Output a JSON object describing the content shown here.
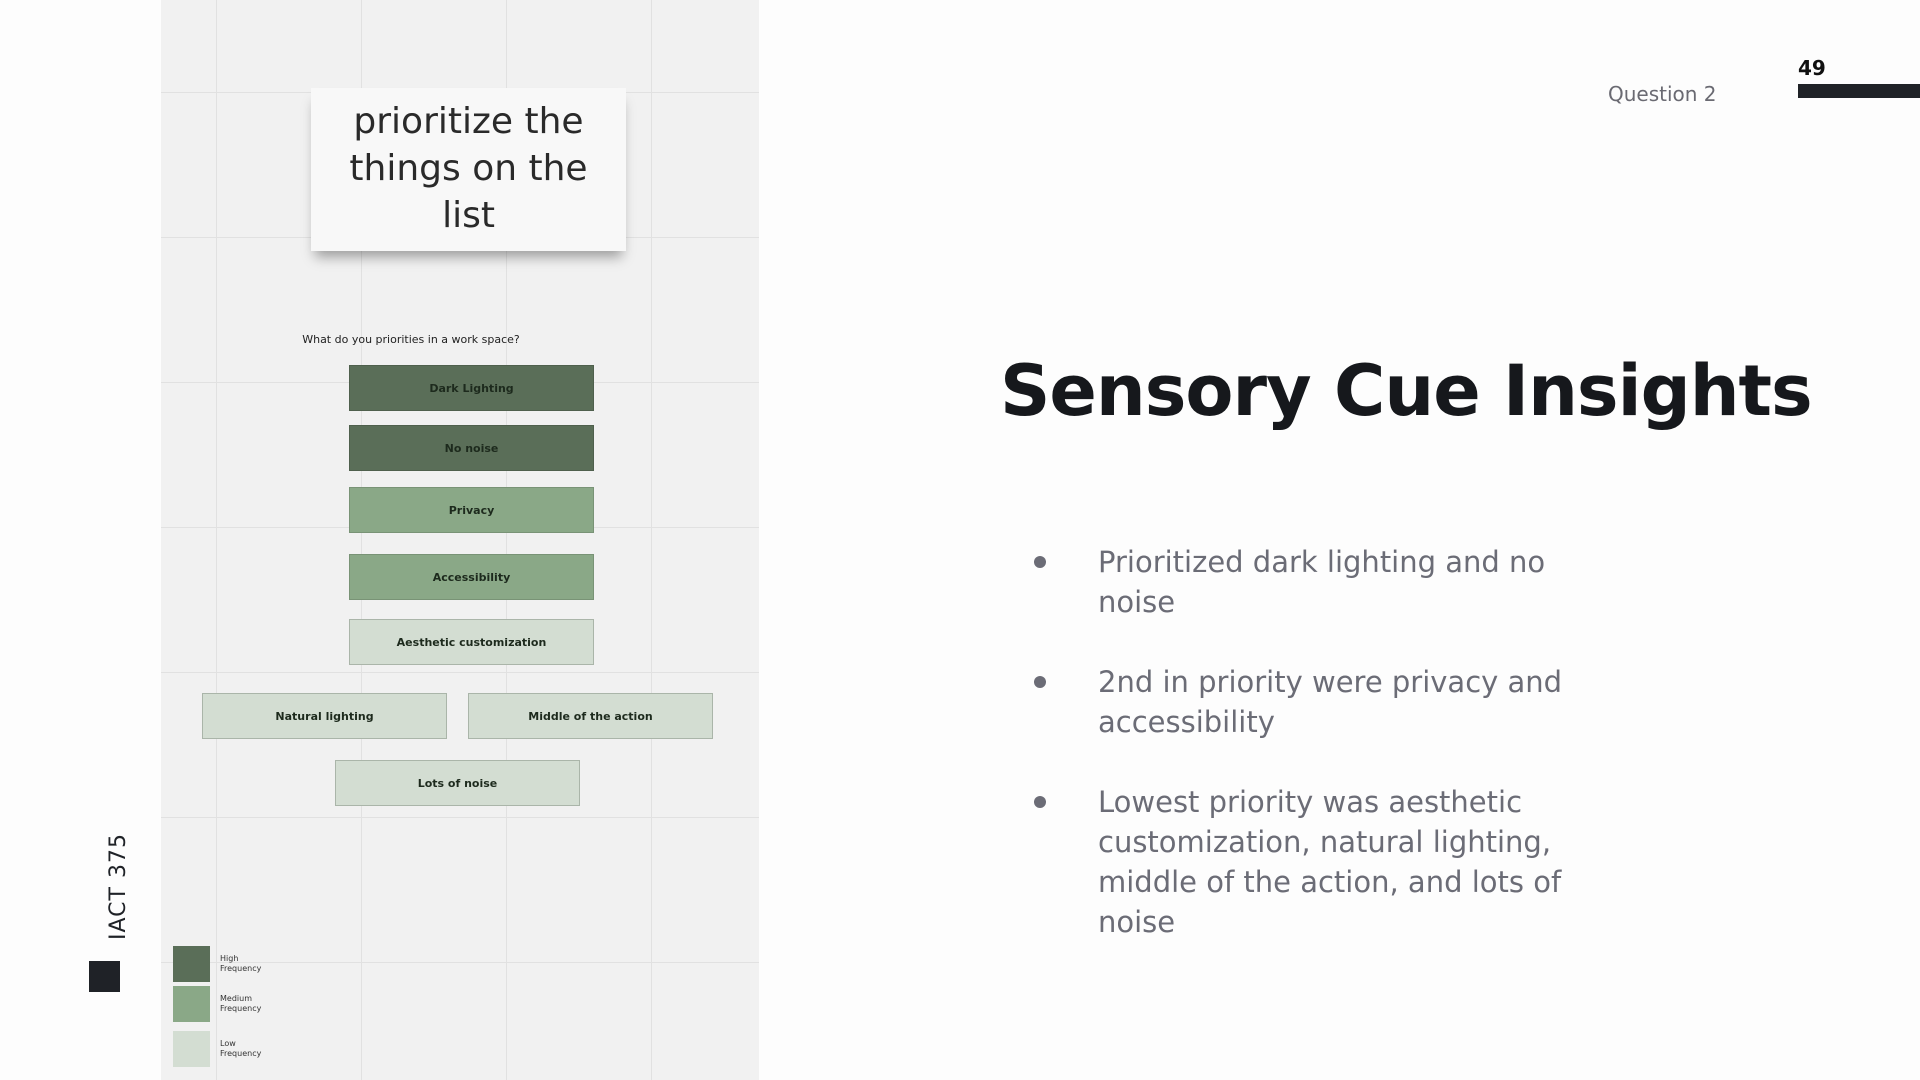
{
  "course": {
    "label": "IACT 375"
  },
  "page": {
    "number": "49",
    "section": "Question 2"
  },
  "slide": {
    "title": "Sensory Cue Insights",
    "bullets": [
      "Prioritized dark lighting and no noise",
      "2nd in priority were privacy and accessibility",
      "Lowest priority was aesthetic customization, natural lighting, middle of the action, and lots of noise"
    ]
  },
  "board": {
    "sticky_note": "prioritize the things on the list",
    "question": "What do you priorities in a work space?",
    "priorities": [
      {
        "label": "Dark Lighting",
        "frequency": "high"
      },
      {
        "label": "No noise",
        "frequency": "high"
      },
      {
        "label": "Privacy",
        "frequency": "medium"
      },
      {
        "label": "Accessibility",
        "frequency": "medium"
      },
      {
        "label": "Aesthetic customization",
        "frequency": "low"
      },
      {
        "label": "Natural lighting",
        "frequency": "low"
      },
      {
        "label": "Middle of the action",
        "frequency": "low"
      },
      {
        "label": "Lots of noise",
        "frequency": "low"
      }
    ],
    "legend": [
      {
        "line1": "High",
        "line2": "Frequency",
        "color": "#5a6e58"
      },
      {
        "line1": "Medium",
        "line2": "Frequency",
        "color": "#8aa887"
      },
      {
        "line1": "Low",
        "line2": "Frequency",
        "color": "#d3ddd2"
      }
    ]
  }
}
